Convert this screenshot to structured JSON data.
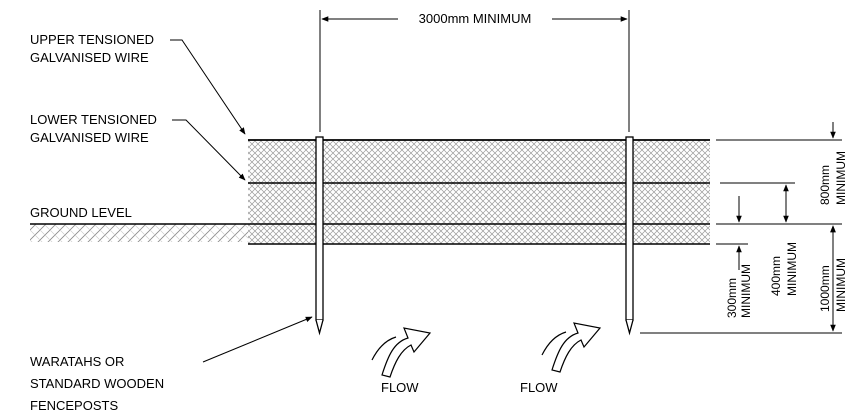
{
  "labels": {
    "upper_wire": [
      "UPPER TENSIONED",
      "GALVANISED WIRE"
    ],
    "lower_wire": [
      "LOWER TENSIONED",
      "GALVANISED WIRE"
    ],
    "ground_level": "GROUND LEVEL",
    "posts": [
      "WARATAHS OR",
      "STANDARD WOODEN",
      "FENCEPOSTS"
    ],
    "flow_left": "FLOW",
    "flow_right": "FLOW"
  },
  "dimensions": {
    "post_spacing": "3000mm MINIMUM",
    "dim_300": [
      "300mm",
      "MINIMUM"
    ],
    "dim_400": [
      "400mm",
      "MINIMUM"
    ],
    "dim_800": [
      "800mm",
      "MINIMUM"
    ],
    "dim_1000": [
      "1000mm",
      "MINIMUM"
    ]
  },
  "colors": {
    "line": "#000000",
    "mesh": "#999999",
    "background": "#ffffff"
  }
}
